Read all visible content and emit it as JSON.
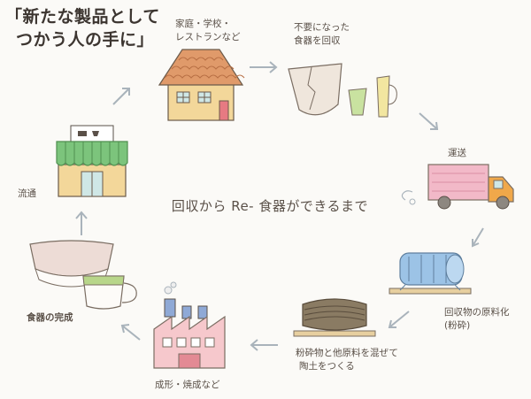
{
  "headline": {
    "line1": "「新たな製品として",
    "line2": "つかう人の手に」"
  },
  "center_title": "回収から Re- 食器ができるまで",
  "steps": {
    "home": {
      "line1": "家庭・学校・",
      "line2": "レストランなど"
    },
    "collect": {
      "line1": "不要になった",
      "line2": "食器を回収"
    },
    "transport": {
      "label": "運送"
    },
    "crush": {
      "line1": "回収物の原料化",
      "line2": "(粉砕)"
    },
    "mix": {
      "line1": "粉砕物と他原料を混ぜて",
      "line2": "陶土をつくる"
    },
    "firing": {
      "label": "成形・焼成など"
    },
    "complete": {
      "label": "食器の完成"
    },
    "distribute": {
      "label": "流通"
    }
  },
  "colors": {
    "roof": "#e09a6a",
    "house_wall": "#f3d79a",
    "truck_body": "#f2b9c8",
    "truck_cab": "#f0a84a",
    "drum": "#9cc3e6",
    "factory": "#f6c8cc",
    "shop_awning": "#7cc47c",
    "cup_green": "#b8d68a",
    "bowl_pink": "#eddcd6",
    "arrow": "#a9b3bb"
  }
}
